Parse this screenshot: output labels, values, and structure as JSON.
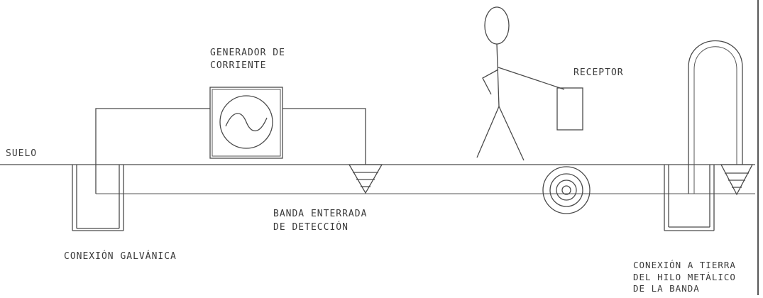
{
  "labels": {
    "suelo": "SUELO",
    "generador_line1": "GENERADOR DE",
    "generador_line2": "CORRIENTE",
    "receptor": "RECEPTOR",
    "banda_line1": "BANDA ENTERRADA",
    "banda_line2": "DE DETECCIÓN",
    "conexion_galvanica": "CONEXIÓN GALVÁNICA",
    "tierra_line1": "CONEXIÓN A TIERRA",
    "tierra_line2": "DEL HILO METÁLICO",
    "tierra_line3": "DE LA BANDA"
  },
  "icons": {
    "generator": "ac-sine-generator-icon",
    "ground": "ground-triangle-icon",
    "person": "stick-figure-icon",
    "receiver": "receiver-box-icon",
    "coil": "concentric-circles-icon"
  },
  "colors": {
    "line": "#4a4a4a",
    "text": "#3a3a3a",
    "background": "#ffffff"
  }
}
